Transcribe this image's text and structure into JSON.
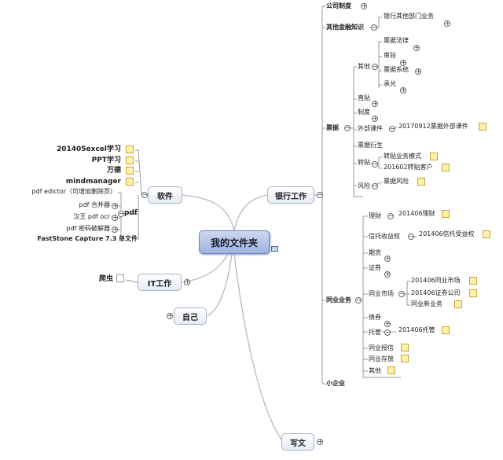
{
  "root": {
    "label": "我的文件夹"
  },
  "branches": {
    "software": "软件",
    "bank": "银行工作",
    "it": "IT工作",
    "self": "自己",
    "writing": "写文"
  },
  "software_items": [
    "201405excel学习",
    "PPT学习",
    "万德",
    "mindmanager"
  ],
  "pdf": {
    "label": "pdf",
    "items": [
      "pdf edictor（可增加删除页）",
      "pdf 合并器",
      "汉王 pdf ocr",
      "pdf 密码破解器"
    ]
  },
  "fastone": "FastStone Capture 7.3 单文件",
  "it_items": [
    "爬虫"
  ],
  "bank_items": {
    "company": "公司制度",
    "other_finance": "其他金融知识",
    "other_bank_depts": "银行其他部门业务",
    "bill": "票据",
    "bill_children": {
      "other": "其他",
      "other_items": [
        "票据法律",
        "审验",
        "票据系统",
        "承兑"
      ],
      "discount": "直贴",
      "system": "制度",
      "external": "外部课件",
      "external_file": "20170912票据外部课件",
      "derivative": "票据衍生",
      "rediscount": "转贴",
      "rediscount_items": [
        "转贴业务模式",
        "201602转贴客户"
      ],
      "risk": "风险",
      "risk_items": [
        "票据风险"
      ]
    },
    "interbank": "同业业务",
    "interbank_children": {
      "wm": "理财",
      "wm_file": "201406理财",
      "trust": "信托收益权",
      "trust_file": "201406信托受益权",
      "futures": "期货",
      "securities": "证券",
      "market": "同业市场",
      "market_files": [
        "201406同业市场",
        "201406证券公司",
        "同业新业务"
      ],
      "bond": "债券",
      "custody": "托管",
      "custody_file": "201406托管",
      "credit": "同业授信",
      "deposit": "同业存放",
      "other": "其他"
    },
    "small_biz": "小企业"
  },
  "icons": {
    "note": "note-icon",
    "collapse": "collapse-circle-icon",
    "expand": "expand-circle-icon"
  },
  "colors": {
    "center_fill": "#b4c4e8",
    "center_border": "#6f86bf",
    "link": "#b7b7b7",
    "note": "#fff2a8"
  }
}
